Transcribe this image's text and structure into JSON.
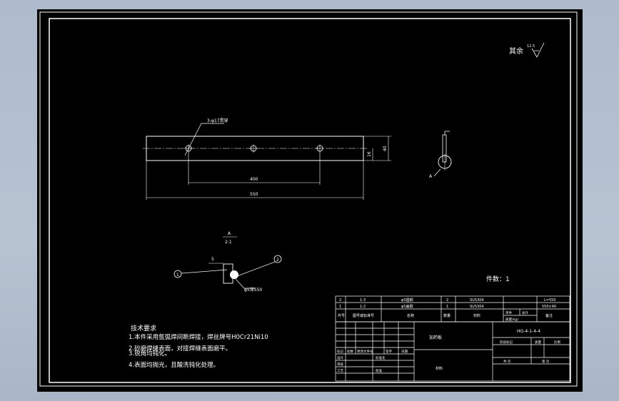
{
  "drawing": {
    "surface_roughness": {
      "prefix": "其余",
      "value": "12.5"
    },
    "pieces_note": "件数：1",
    "main_view": {
      "hole_callout": "3-φ17贯穿",
      "dim_hole_span": "400",
      "dim_total_length": "550",
      "dim_height_inner": "16",
      "dim_height_outer": "40"
    },
    "side_view": {
      "label": "A"
    },
    "detail_view": {
      "label": "A",
      "scale": "2:1",
      "dim_offset": "5",
      "balloon_1": "1",
      "balloon_2": "2",
      "hole_note": "φ5深550"
    },
    "tech_requirements": {
      "title": "技术要求",
      "items": [
        "1.本件采用氩弧焊间断焊接，焊丝牌号H0Cr21Ni10",
        "2.砂磨焊缝表面，对接焊缝表面磨平。",
        "3.锐角均钝化。",
        "4.表面均抛光，且酸洗钝化处理。"
      ]
    },
    "parts_list": {
      "rows": [
        {
          "no": "2",
          "code": "1-3",
          "name": "φ5圆钢",
          "qty": "2",
          "material": "SUS304",
          "remark": "L=550"
        },
        {
          "no": "1",
          "code": "1-2",
          "name": "φ5扁钢",
          "qty": "1",
          "material": "SUS304",
          "remark": "550×40"
        }
      ],
      "header": {
        "no": "件号",
        "code": "图号或标准号",
        "name": "名称",
        "qty": "数量",
        "material": "材料",
        "unit_weight": "单件",
        "total_weight": "总计",
        "mass_label": "质量(kg)",
        "remark": "备注"
      }
    },
    "title_block": {
      "part_name": "加药板",
      "drawing_no": "HG-4-1-4-4",
      "scale_label": "比例",
      "mass_label": "质量",
      "stage_label": "阶段标记",
      "sheet_label": "共 页",
      "page_label": "第 页",
      "material_label": "材料",
      "row_labels": [
        "标记",
        "处数",
        "更改文件号",
        "签字",
        "日期"
      ],
      "designer": "设计",
      "checker": "审核",
      "process": "工艺",
      "standardization": "标准化",
      "approver": "批准"
    }
  }
}
